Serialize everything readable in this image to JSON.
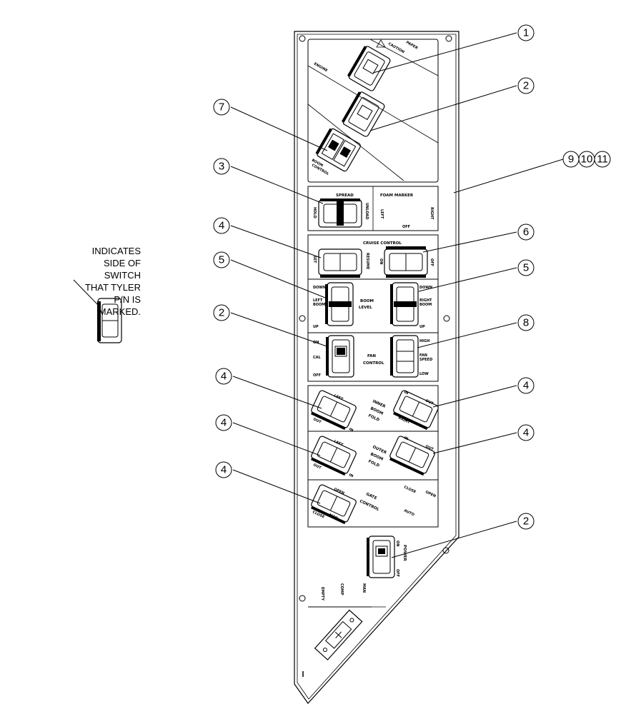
{
  "note": {
    "lines": [
      "INDICATES",
      "SIDE OF",
      "SWITCH",
      "THAT TYLER",
      "P/N IS",
      "MARKED."
    ]
  },
  "callouts": {
    "c1": "1",
    "c2a": "2",
    "c7": "7",
    "c3": "3",
    "c9": "9",
    "c10": "10",
    "c11": "11",
    "c4a": "4",
    "c6": "6",
    "c5a": "5",
    "c5b": "5",
    "c2b": "2",
    "c8": "8",
    "c4b": "4",
    "c4c": "4",
    "c4d": "4",
    "c4e": "4",
    "c4f": "4",
    "c2c": "2"
  },
  "panel_labels": {
    "spread": "SPREAD",
    "spread_left": "HOLD",
    "spread_right": "UNLOAD",
    "foam_marker": "FOAM MARKER",
    "foam_left": "LEFT",
    "foam_right": "RIGHT",
    "foam_off": "OFF",
    "cruise_control": "CRUISE CONTROL",
    "cruise_set": "SET",
    "cruise_resume": "RESUME",
    "cruise_on": "ON",
    "cruise_off": "OFF",
    "boom_level_1": "BOOM",
    "boom_level_2": "LEVEL",
    "left_boom_1": "LEFT",
    "left_boom_2": "BOOM",
    "right_boom_1": "RIGHT",
    "right_boom_2": "BOOM",
    "down_l": "DOWN",
    "up_l": "UP",
    "down_r": "DOWN",
    "up_r": "UP",
    "fan_1": "FAN",
    "fan_2": "CONTROL",
    "fan_on": "ON",
    "fan_off": "OFF",
    "fan_cal": "CAL",
    "fan_speed_1": "FAN",
    "fan_speed_2": "SPEED",
    "fan_high": "HIGH",
    "fan_low": "LOW",
    "inner_1": "INNER",
    "inner_2": "BOOM",
    "inner_3": "FOLD",
    "outer_1": "OUTER",
    "outer_2": "BOOM",
    "outer_3": "FOLD",
    "left": "LEFT",
    "right": "RIGHT",
    "in": "IN",
    "out": "OUT",
    "gate_1": "GATE",
    "gate_2": "CONTROL",
    "gate_open": "OPEN",
    "gate_close": "CLOSE",
    "gate_auto": "AUTO",
    "gate_man": "MAN",
    "power": "POWER",
    "power_on": "ON",
    "power_off": "OFF",
    "empty": "EMPTY",
    "comp": "COMP",
    "man": "MAN",
    "boom_control_1": "BOOM",
    "boom_control_2": "CONTROL",
    "engine": "ENGINE",
    "caution": "CAUTION",
    "top_paper": "PAPER"
  }
}
